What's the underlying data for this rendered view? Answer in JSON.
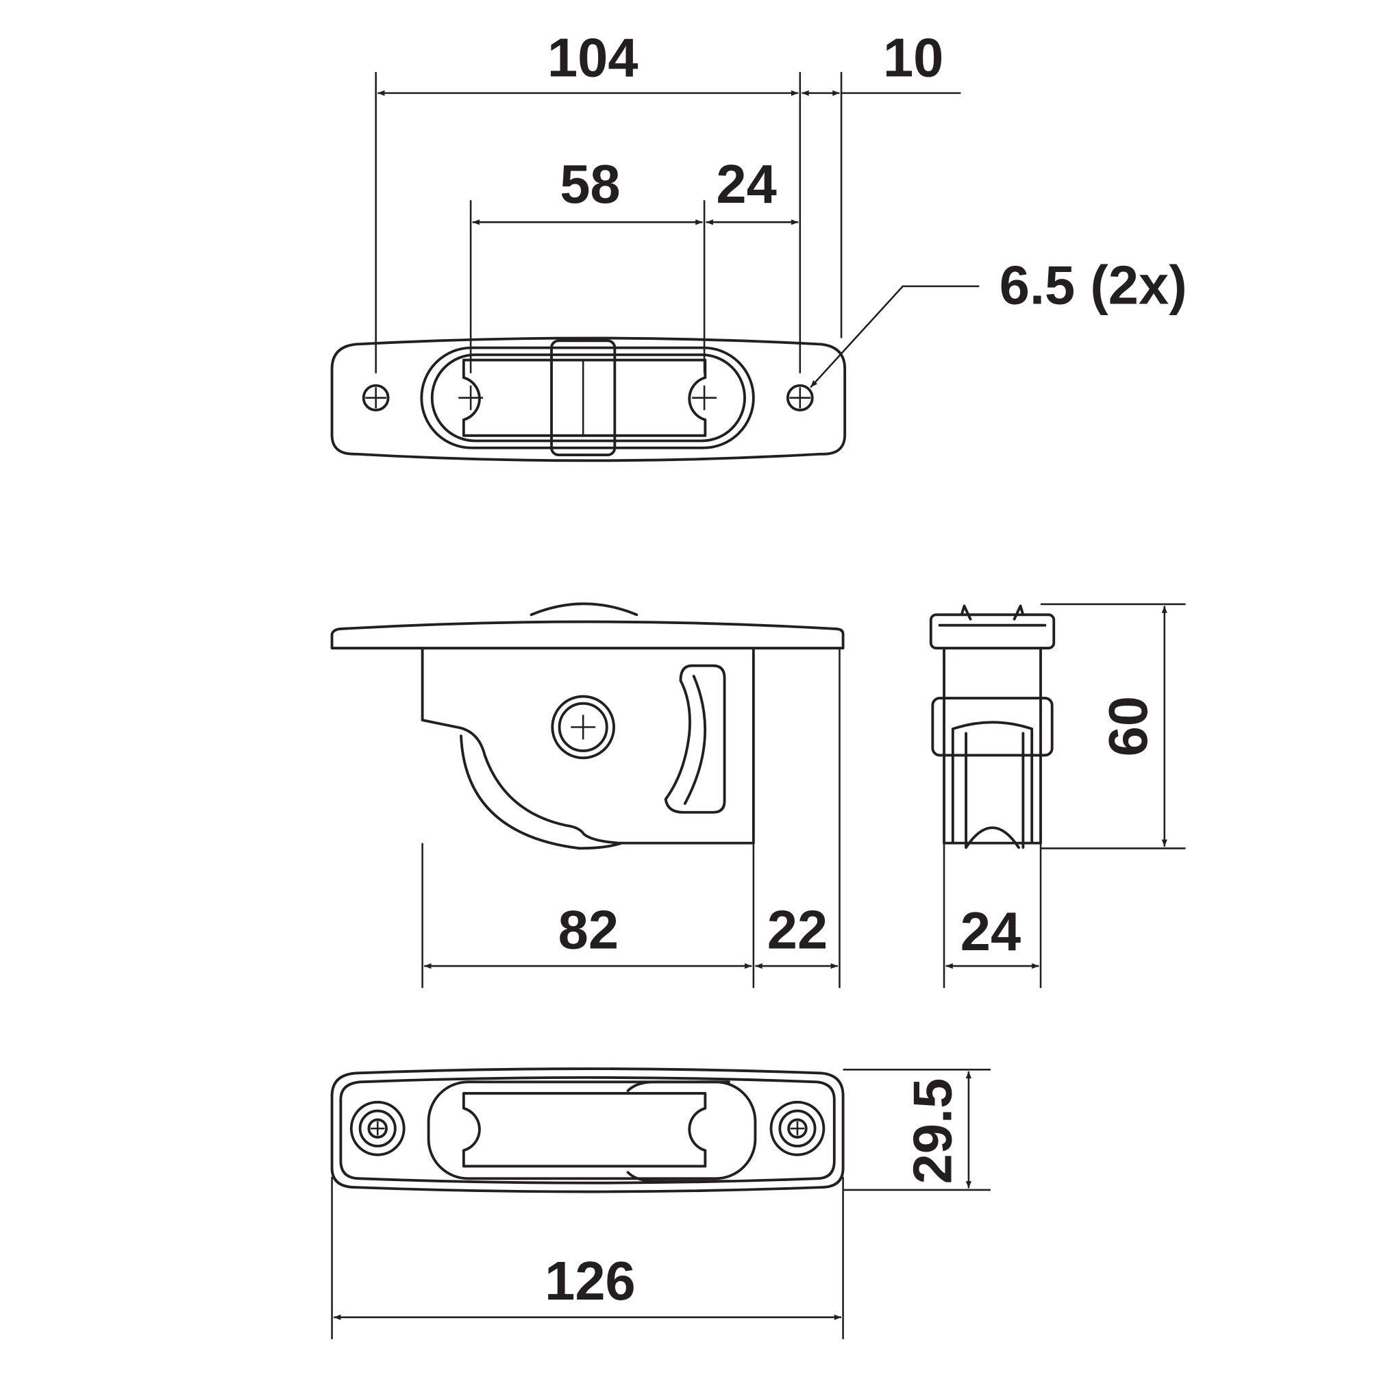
{
  "drawing": {
    "top_view": {
      "dim_overall_holes": "104",
      "dim_edge_offset": "10",
      "dim_slot_holes": "58",
      "dim_slot_to_hole": "24",
      "dim_hole_diameter": "6.5 (2x)"
    },
    "side_view": {
      "dim_body_length": "82",
      "dim_overhang": "22"
    },
    "end_view": {
      "dim_width": "24",
      "dim_height": "60"
    },
    "bottom_view": {
      "dim_plate_width": "29.5",
      "dim_plate_length": "126"
    },
    "colors": {
      "line": "#231f20",
      "background": "#ffffff"
    }
  }
}
